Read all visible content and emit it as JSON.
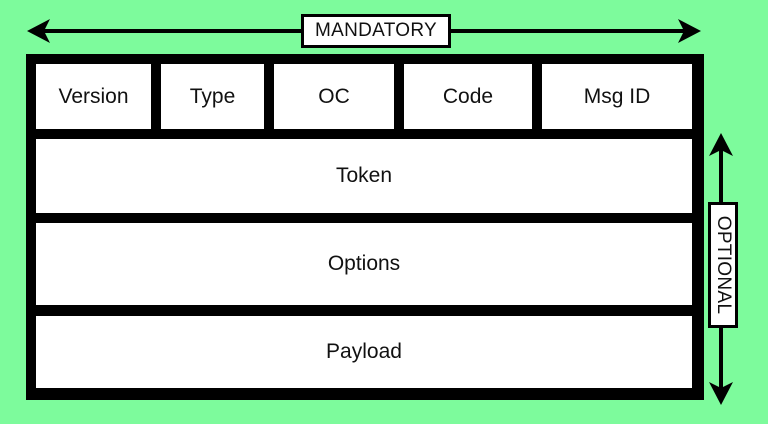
{
  "labels": {
    "mandatory": "MANDATORY",
    "optional": "OPTIONAL"
  },
  "header_fields": [
    "Version",
    "Type",
    "OC",
    "Code",
    "Msg ID"
  ],
  "rows": [
    "Token",
    "Options",
    "Payload"
  ],
  "colors": {
    "background": "#7dfb9c",
    "box_fill": "#ffffff",
    "stroke": "#000000"
  }
}
